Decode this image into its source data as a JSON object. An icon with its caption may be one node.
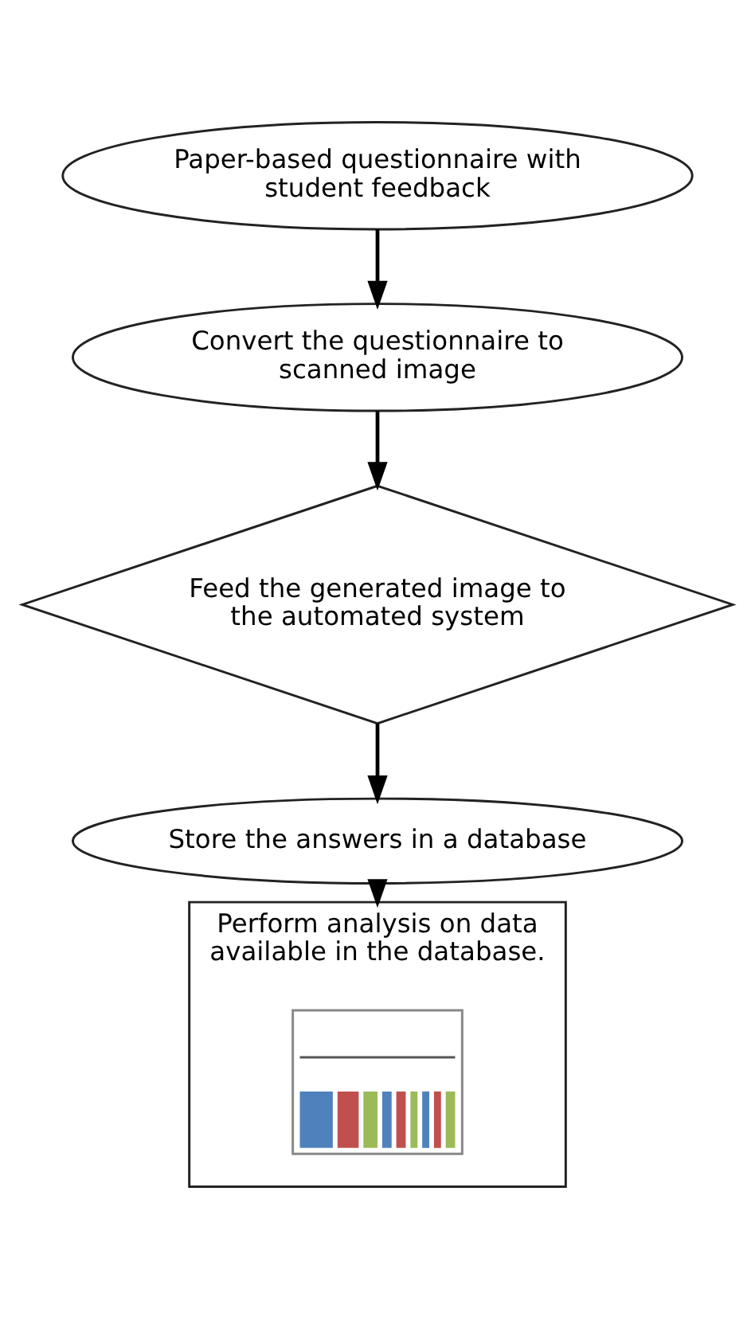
{
  "diagram": {
    "nodes": [
      {
        "text": [
          "Paper-based questionnaire with student feedback"
        ]
      },
      {
        "text": [
          "Convert the questionnaire to scanned image"
        ]
      },
      {
        "text": [
          "Feed the generated image to the automated system"
        ]
      },
      {
        "text": [
          "Store the answers in a database"
        ]
      },
      {
        "text": [
          "Perform analysis on data available in the database."
        ]
      },
      {
        "text": [],
        "shape": "picture",
        "in": 4
      }
    ],
    "edges": [
      {
        "from": 0,
        "to": 1,
        "arrow": "to"
      },
      {
        "from": 1,
        "to": 2,
        "arrow": "to"
      },
      {
        "from": 2,
        "to": 3,
        "arrow": "to"
      },
      {
        "from": 3,
        "to": 4,
        "arrow": "to"
      }
    ]
  }
}
